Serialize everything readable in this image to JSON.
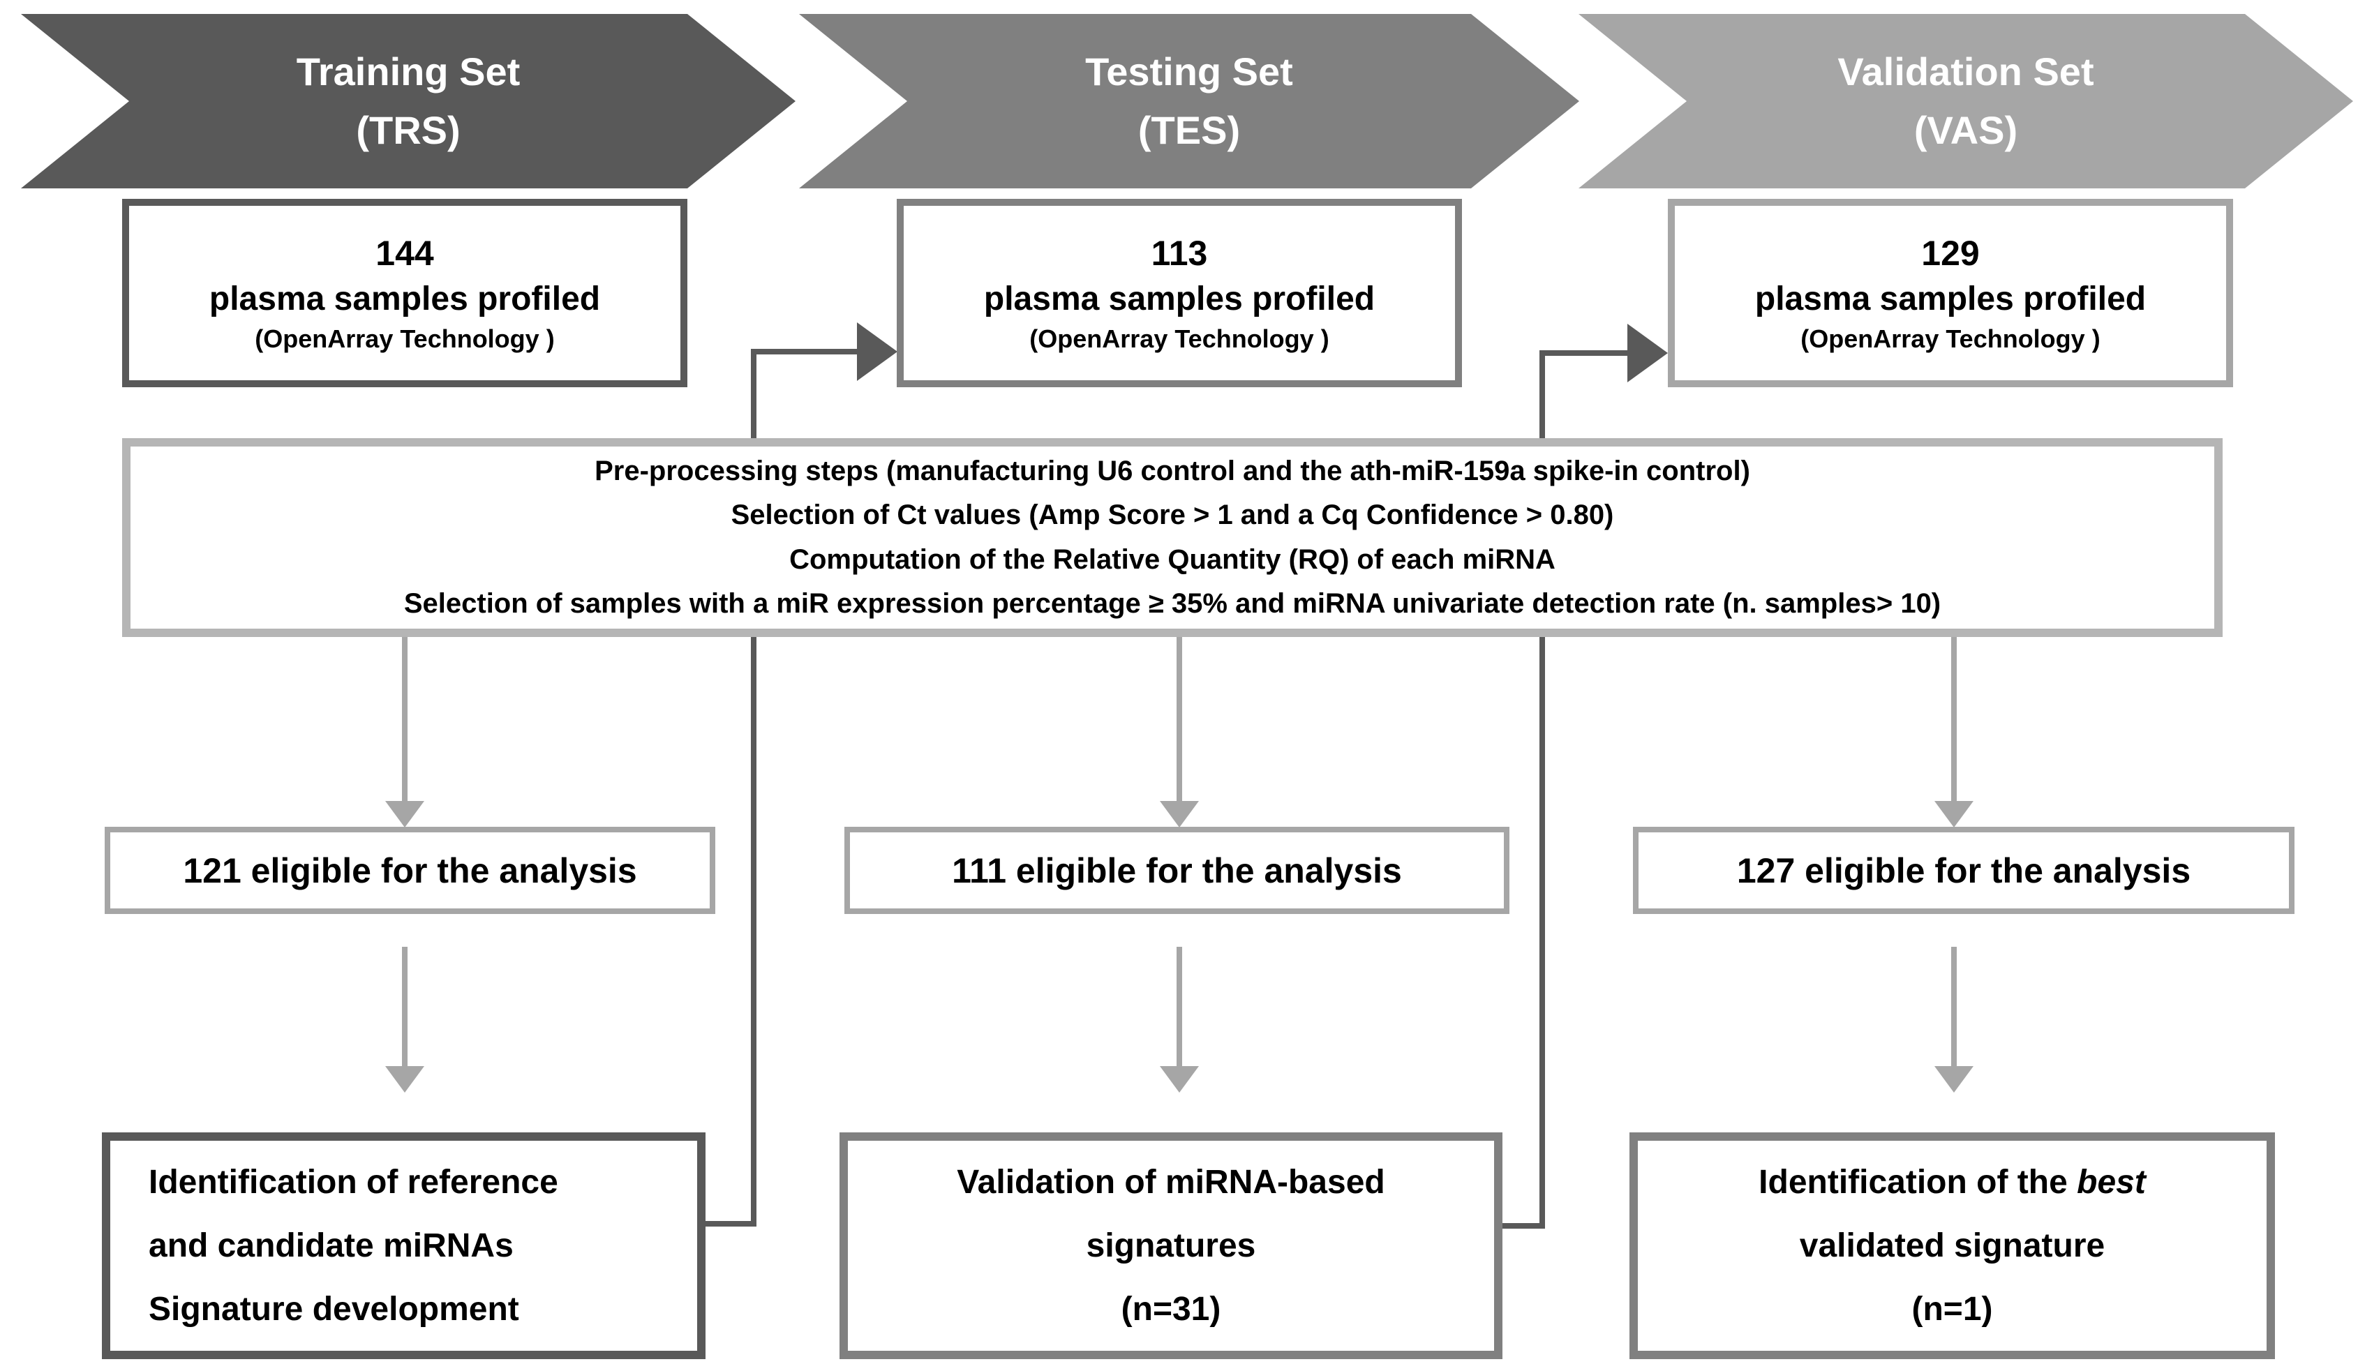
{
  "palette": {
    "training_gray": "#595959",
    "testing_gray": "#808080",
    "validation_gray": "#a6a6a6",
    "preprocess_border_gray": "#b5b5b5",
    "connector_gray": "#595959",
    "text_black": "#000000",
    "header_text_white": "#ffffff"
  },
  "headers": [
    {
      "line1": "Training Set",
      "line2": "(TRS)"
    },
    {
      "line1": "Testing Set",
      "line2": "(TES)"
    },
    {
      "line1": "Validation Set",
      "line2": "(VAS)"
    }
  ],
  "sample_boxes": [
    {
      "count": "144",
      "label": "plasma samples profiled",
      "tech": "(OpenArray Technology )"
    },
    {
      "count": "113",
      "label": "plasma samples profiled",
      "tech": "(OpenArray Technology )"
    },
    {
      "count": "129",
      "label": "plasma samples profiled",
      "tech": "(OpenArray Technology )"
    }
  ],
  "preprocessing": {
    "line1": "Pre-processing steps  (manufacturing U6 control and the ath-miR-159a spike-in control)",
    "line2": "Selection of Ct values (Amp Score > 1 and a Cq Confidence > 0.80)",
    "line3": "Computation of the Relative Quantity (RQ) of each miRNA",
    "line4": "Selection of samples with a miR expression percentage ≥ 35%  and miRNA univariate detection rate  (n. samples> 10)"
  },
  "eligible_boxes": [
    {
      "text": "121 eligible for the analysis"
    },
    {
      "text": "111 eligible for the analysis"
    },
    {
      "text": "127 eligible for the analysis"
    }
  ],
  "result_boxes": [
    {
      "line1": "Identification of reference",
      "line2": "and candidate miRNAs",
      "line3": "Signature development"
    },
    {
      "line1": "Validation of miRNA-based",
      "line2": "signatures",
      "line3": "(n=31)"
    },
    {
      "line1_prefix": "Identification of the ",
      "line1_italic": "best",
      "line2": "validated signature",
      "line3": "(n=1)"
    }
  ]
}
